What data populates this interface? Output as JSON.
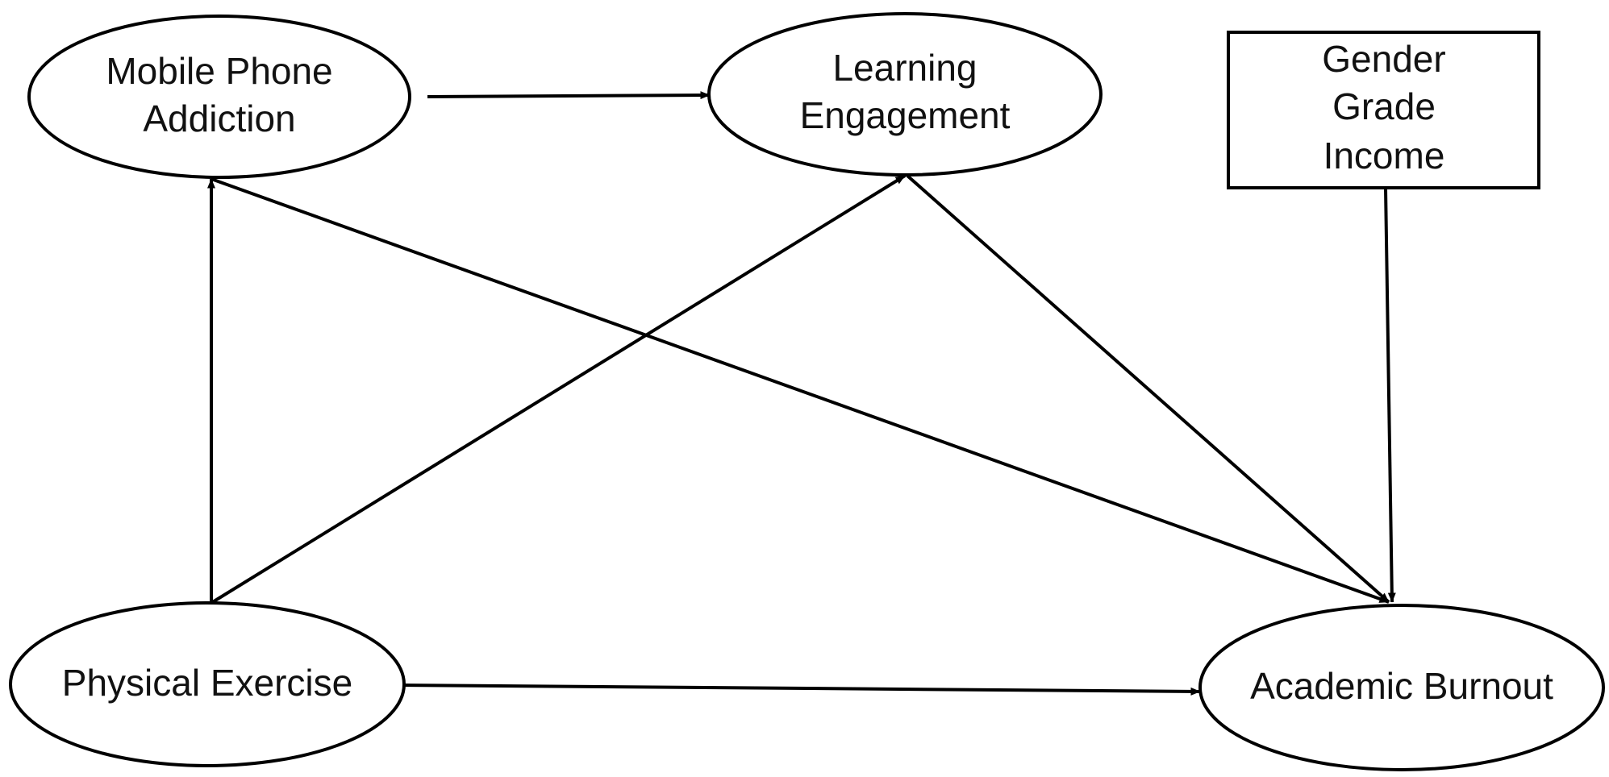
{
  "diagram": {
    "nodes": {
      "mobile_phone_addiction": {
        "line1": "Mobile Phone",
        "line2": "Addiction"
      },
      "learning_engagement": {
        "line1": "Learning",
        "line2": "Engagement"
      },
      "controls": {
        "line1": "Gender",
        "line2": "Grade",
        "line3": "Income"
      },
      "physical_exercise": {
        "label": "Physical Exercise"
      },
      "academic_burnout": {
        "label": "Academic Burnout"
      }
    },
    "edges": [
      {
        "from": "Mobile Phone Addiction",
        "to": "Learning Engagement"
      },
      {
        "from": "Physical Exercise",
        "to": "Mobile Phone Addiction"
      },
      {
        "from": "Physical Exercise",
        "to": "Learning Engagement"
      },
      {
        "from": "Physical Exercise",
        "to": "Academic Burnout"
      },
      {
        "from": "Mobile Phone Addiction",
        "to": "Academic Burnout"
      },
      {
        "from": "Learning Engagement",
        "to": "Academic Burnout"
      },
      {
        "from": "Gender / Grade / Income",
        "to": "Academic Burnout"
      }
    ]
  }
}
